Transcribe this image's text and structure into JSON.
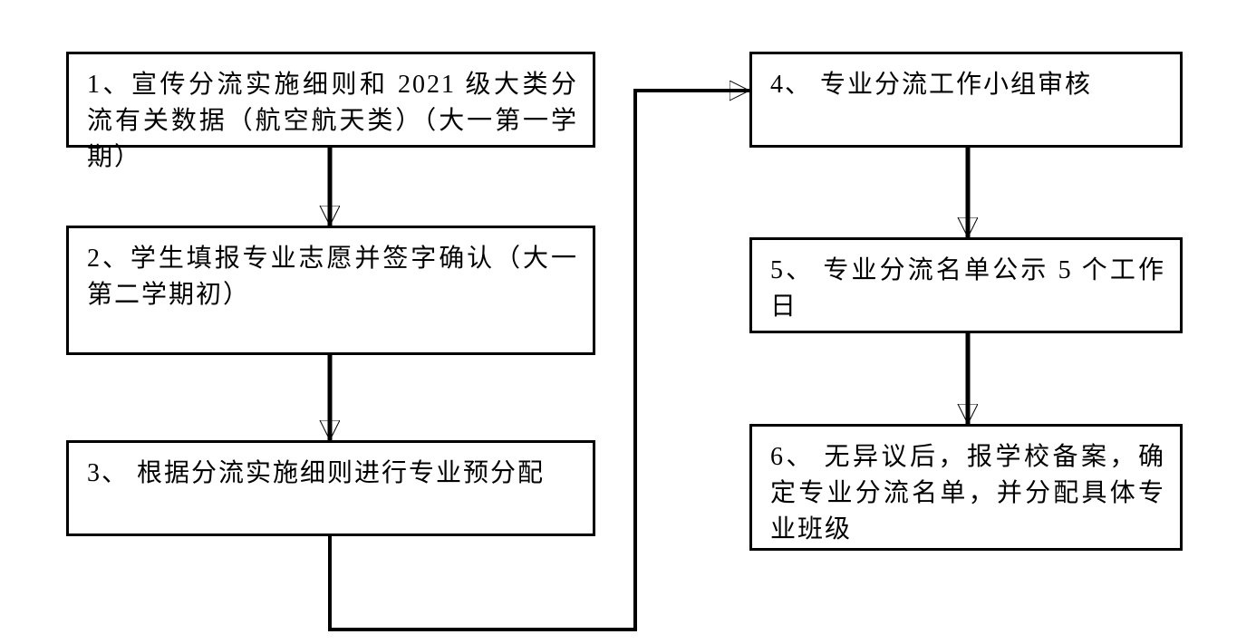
{
  "page": {
    "background_color": "#ffffff",
    "line_color": "#000000",
    "text_color": "#000000"
  },
  "diagram": {
    "type": "flowchart",
    "boxes": [
      {
        "id": "step-1",
        "label": "1、宣传分流实施细则和 2021 级大类分流有关数据（航空航天类）（大一第一学期）"
      },
      {
        "id": "step-2",
        "label": "2、学生填报专业志愿并签字确认（大一第二学期初）"
      },
      {
        "id": "step-3",
        "label": "3、 根据分流实施细则进行专业预分配"
      },
      {
        "id": "step-4",
        "label": "4、 专业分流工作小组审核"
      },
      {
        "id": "step-5",
        "label": "5、 专业分流名单公示 5 个工作日"
      },
      {
        "id": "step-6",
        "label": "6、 无异议后，报学校备案，确定专业分流名单，并分配具体专业班级"
      }
    ],
    "connections": [
      {
        "from": "step-1",
        "to": "step-2",
        "style": "straight-down-arrow"
      },
      {
        "from": "step-2",
        "to": "step-3",
        "style": "straight-down-arrow"
      },
      {
        "from": "step-3",
        "to": "step-4",
        "style": "elbow-down-right-up-right-arrow"
      },
      {
        "from": "step-4",
        "to": "step-5",
        "style": "straight-down-arrow"
      },
      {
        "from": "step-5",
        "to": "step-6",
        "style": "straight-down-arrow"
      }
    ]
  }
}
